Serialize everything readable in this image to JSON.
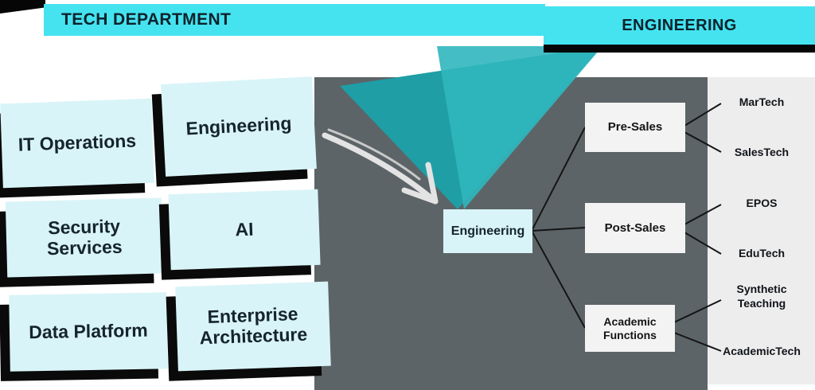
{
  "headers": {
    "tech_department": "TECH DEPARTMENT",
    "engineering": "ENGINEERING"
  },
  "tech_department": {
    "boxes": [
      {
        "label": "IT Operations"
      },
      {
        "label": "Engineering"
      },
      {
        "label": "Security Services"
      },
      {
        "label": "AI"
      },
      {
        "label": "Data Platform"
      },
      {
        "label": "Enterprise Architecture"
      }
    ]
  },
  "engineering_detail": {
    "root": {
      "label": "Engineering"
    },
    "groups": [
      {
        "label": "Pre-Sales"
      },
      {
        "label": "Post-Sales"
      },
      {
        "label": "Academic Functions"
      }
    ],
    "teams": [
      {
        "label": "MarTech"
      },
      {
        "label": "SalesTech"
      },
      {
        "label": "EPOS"
      },
      {
        "label": "EduTech"
      },
      {
        "label": "Synthetic Teaching"
      },
      {
        "label": "AcademicTech"
      }
    ],
    "connections": [
      {
        "from": "Engineering",
        "to": "Pre-Sales"
      },
      {
        "from": "Engineering",
        "to": "Post-Sales"
      },
      {
        "from": "Engineering",
        "to": "Academic Functions"
      },
      {
        "from": "Pre-Sales",
        "to": "MarTech"
      },
      {
        "from": "Pre-Sales",
        "to": "SalesTech"
      },
      {
        "from": "Post-Sales",
        "to": "EPOS"
      },
      {
        "from": "Post-Sales",
        "to": "EduTech"
      },
      {
        "from": "Academic Functions",
        "to": "Synthetic Teaching"
      },
      {
        "from": "Academic Functions",
        "to": "AcademicTech"
      }
    ]
  },
  "colors": {
    "header_cyan": "#45e3f0",
    "box_cyan": "#d9f4f8",
    "panel_dark": "#5c6467",
    "panel_light": "#ededed",
    "beam_teal": "#2cb4bc",
    "shadow_black": "#0a0a0a"
  }
}
